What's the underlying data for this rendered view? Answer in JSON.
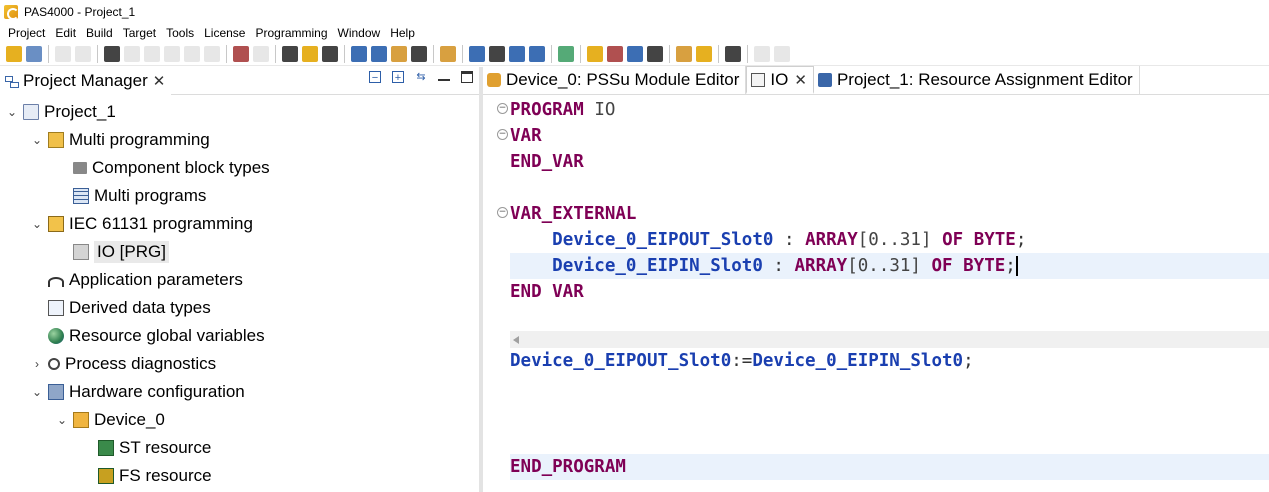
{
  "window": {
    "title": "PAS4000 - Project_1"
  },
  "menu": [
    "Project",
    "Edit",
    "Build",
    "Target",
    "Tools",
    "License",
    "Programming",
    "Window",
    "Help"
  ],
  "project_manager": {
    "tab_label": "Project Manager",
    "tree": [
      {
        "label": "Project_1",
        "icon": "project-icon",
        "level": 0,
        "expanded": true
      },
      {
        "label": "Multi programming",
        "icon": "multi-programming-icon",
        "level": 1,
        "expanded": true
      },
      {
        "label": "Component block types",
        "icon": "component-block-icon",
        "level": 2,
        "expanded": null
      },
      {
        "label": "Multi programs",
        "icon": "multi-programs-icon",
        "level": 2,
        "expanded": null
      },
      {
        "label": "IEC 61131 programming",
        "icon": "iec-programming-icon",
        "level": 1,
        "expanded": true
      },
      {
        "label": "IO [PRG]",
        "icon": "program-icon",
        "level": 2,
        "expanded": null,
        "selected": true
      },
      {
        "label": "Application parameters",
        "icon": "gauge-icon",
        "level": 1,
        "expanded": null
      },
      {
        "label": "Derived data types",
        "icon": "document-icon",
        "level": 1,
        "expanded": null
      },
      {
        "label": "Resource global variables",
        "icon": "globe-icon",
        "level": 1,
        "expanded": null
      },
      {
        "label": "Process diagnostics",
        "icon": "diagnostics-icon",
        "level": 1,
        "expanded": false
      },
      {
        "label": "Hardware configuration",
        "icon": "hardware-icon",
        "level": 1,
        "expanded": true
      },
      {
        "label": "Device_0",
        "icon": "device-icon",
        "level": 2,
        "expanded": true
      },
      {
        "label": "ST resource",
        "icon": "st-resource-icon",
        "level": 3,
        "expanded": null
      },
      {
        "label": "FS resource",
        "icon": "fs-resource-icon",
        "level": 3,
        "expanded": null
      }
    ]
  },
  "editor": {
    "tabs": [
      {
        "label": "Device_0: PSSu Module Editor",
        "icon": "module-editor-icon",
        "active": false,
        "closable": false
      },
      {
        "label": "IO",
        "icon": "st-file-icon",
        "active": true,
        "closable": true
      },
      {
        "label": "Project_1: Resource Assignment Editor",
        "icon": "resource-editor-icon",
        "active": false,
        "closable": false
      }
    ],
    "code": {
      "program_kw": "PROGRAM",
      "program_name": "IO",
      "var_kw": "VAR",
      "end_var_kw": "END_VAR",
      "var_external_kw": "VAR_EXTERNAL",
      "var1_name": "Device_0_EIPOUT_Slot0",
      "var2_name": "Device_0_EIPIN_Slot0",
      "colon": ":",
      "array_kw": "ARRAY",
      "range": "[0..31]",
      "of_kw": "OF",
      "byte_kw": "BYTE",
      "semicolon": ";",
      "end_var_visible": "END VAR",
      "assign_lhs": "Device_0_EIPOUT_Slot0",
      "assign_op": ":=",
      "assign_rhs": "Device_0_EIPIN_Slot0",
      "end_program_kw": "END_PROGRAM"
    }
  }
}
